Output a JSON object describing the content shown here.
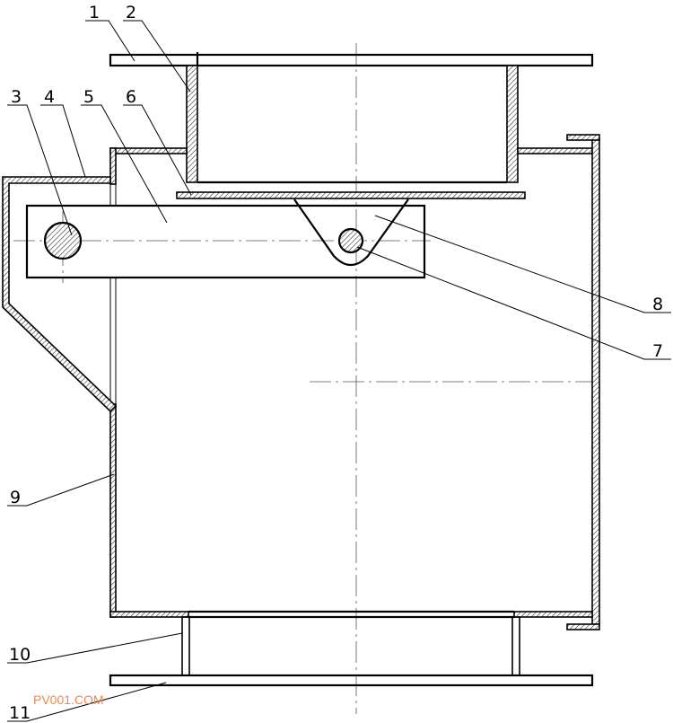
{
  "labels": [
    "1",
    "2",
    "3",
    "4",
    "5",
    "6",
    "7",
    "8",
    "9",
    "10",
    "11"
  ],
  "watermark": "PV001.COM",
  "colors": {
    "line": "#000000",
    "watermark": "#f08a4b"
  }
}
